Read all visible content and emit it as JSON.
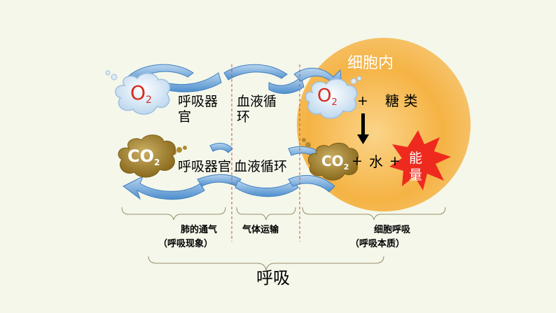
{
  "cell": {
    "title": "细胞内"
  },
  "top_row": {
    "o2_main": "O",
    "o2_sub": "2",
    "organ": "呼吸器官",
    "blood": "血液循环",
    "cell_o2_main": "O",
    "cell_o2_sub": "2",
    "plus1": "+",
    "sugar": "糖 类"
  },
  "bottom_row": {
    "co2_main": "CO",
    "co2_sub": "2",
    "organ": "呼吸器官",
    "blood": "血液循环",
    "cell_co2_main": "CO",
    "cell_co2_sub": "2",
    "plus2": "+",
    "water": "水",
    "plus3": "+",
    "energy": "能量"
  },
  "labels": {
    "lung_ventilation": "肺的通气",
    "lung_ventilation_note": "（呼吸现象）",
    "gas_transport": "气体运输",
    "cell_respiration": "细胞呼吸",
    "cell_respiration_note": "（呼吸本质）",
    "overall": "呼吸"
  },
  "colors": {
    "background": "#f4f7ea",
    "cell_fill": "#f5b344",
    "arrow_blue": "#5b9bd5",
    "star_red": "#ee2a1f",
    "divider_red": "#c0504d",
    "brace": "#9a8f6a",
    "o2_text": "#d62b1e",
    "co2_cloud": "#a8872d"
  }
}
